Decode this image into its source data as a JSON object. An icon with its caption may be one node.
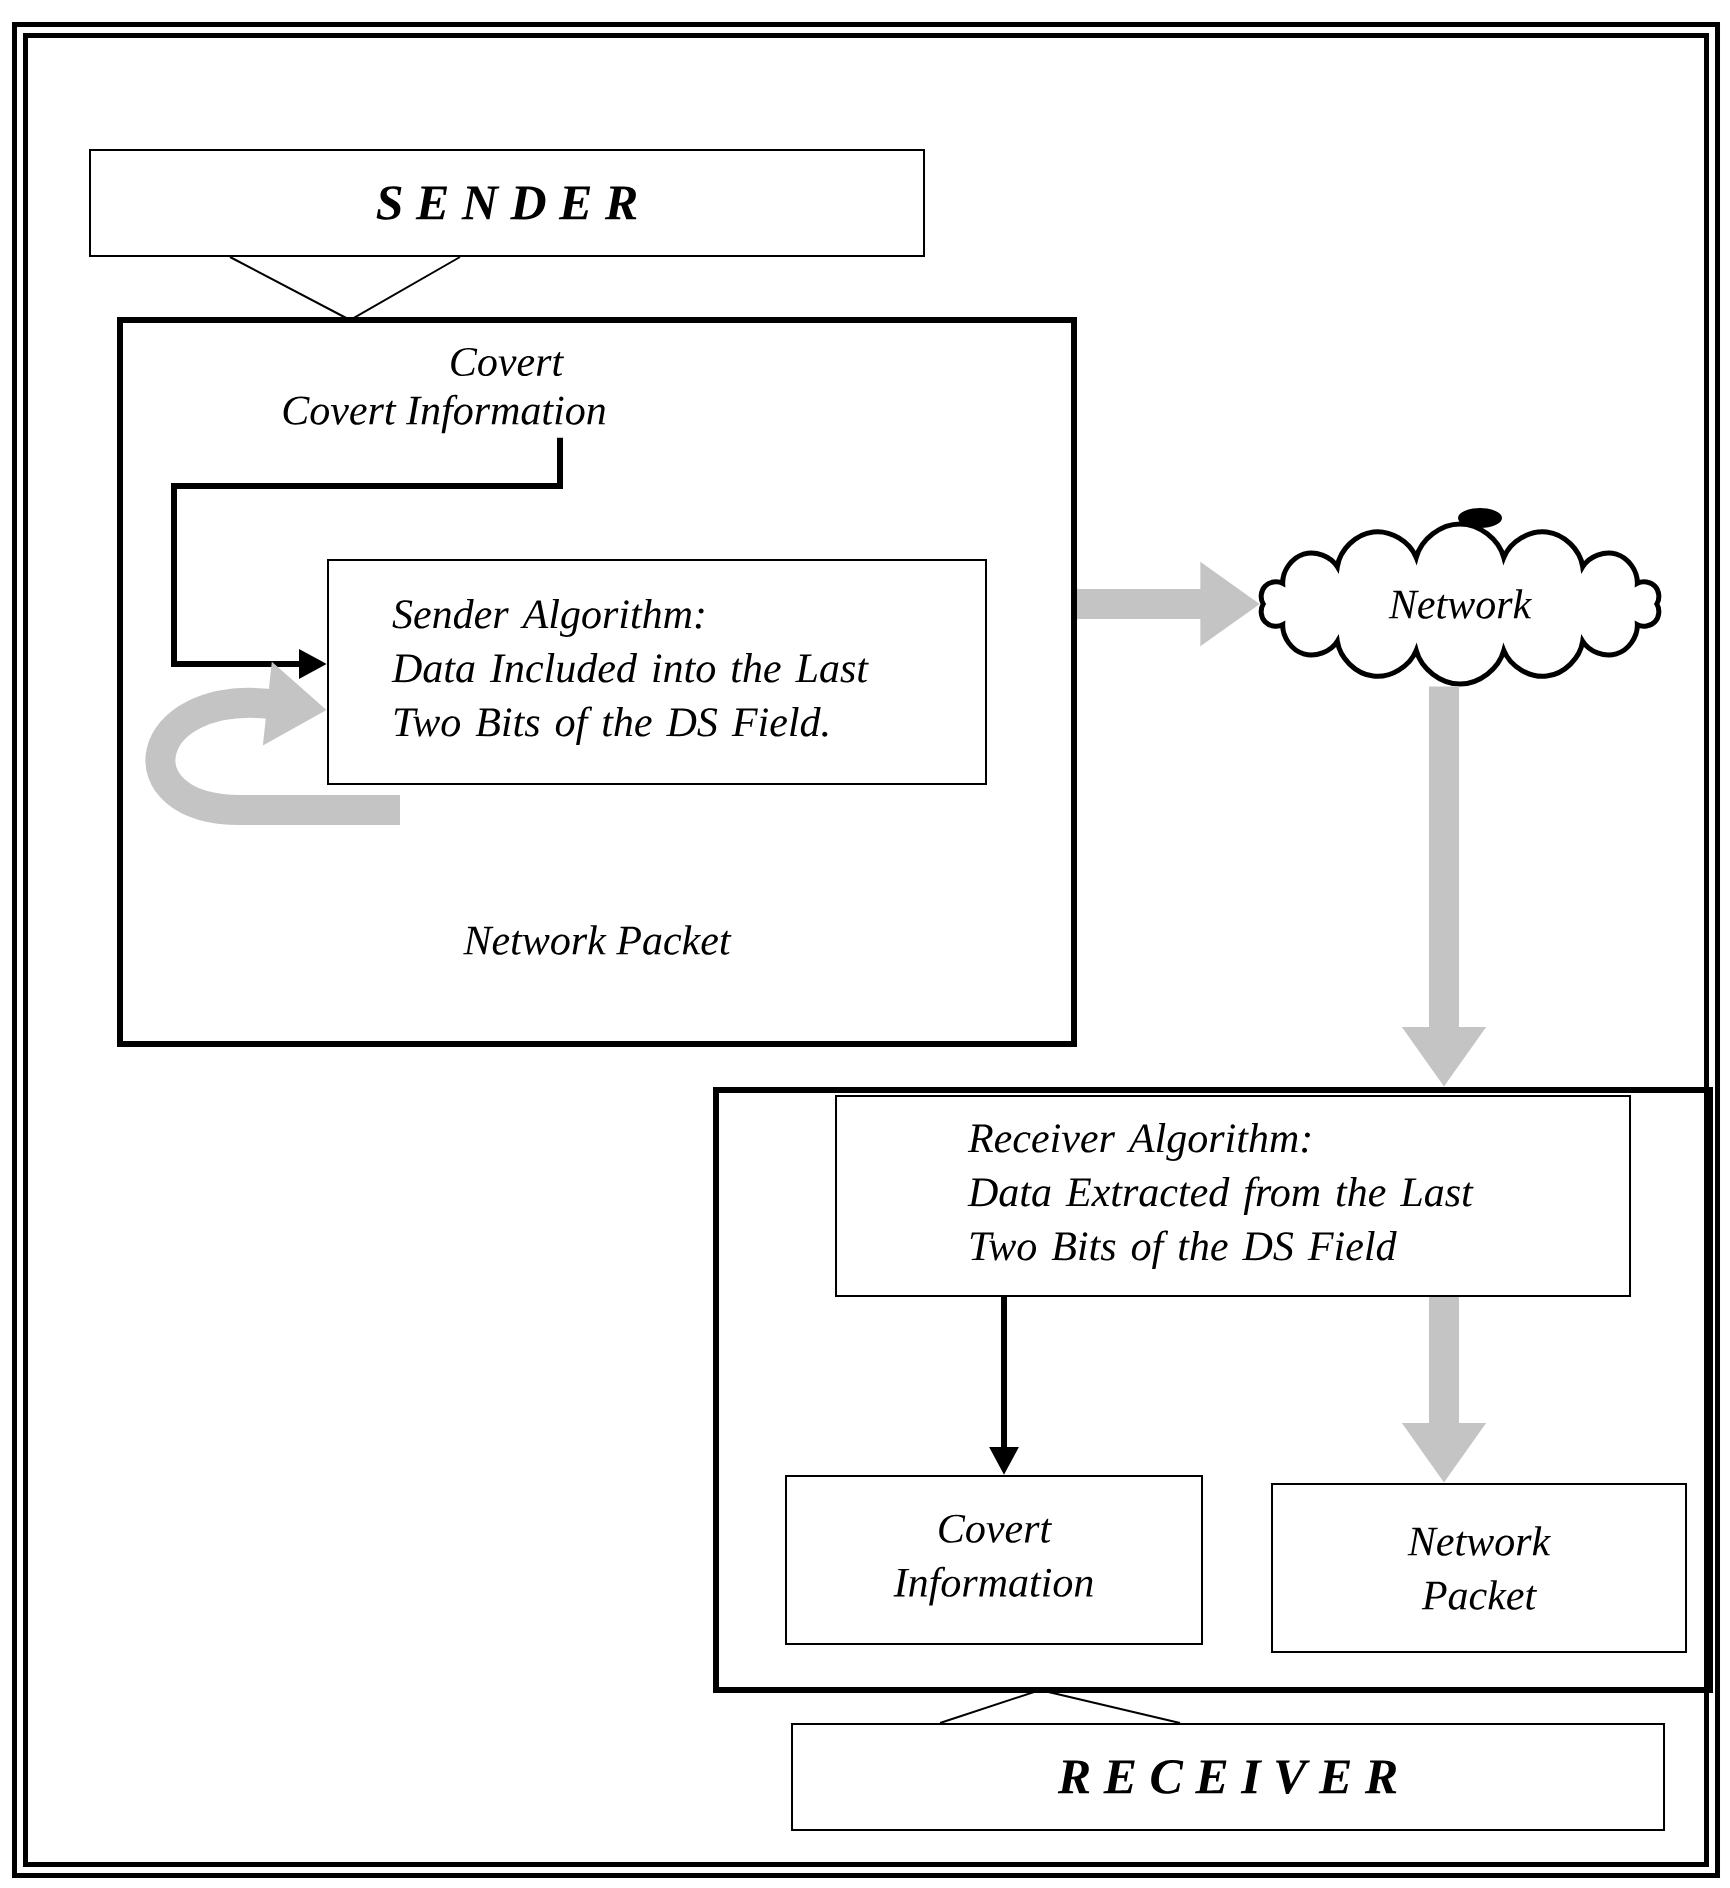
{
  "diagram": {
    "nodes": [
      {
        "text": [
          "S E N D E R"
        ]
      },
      {
        "text": [
          "Network Packet"
        ]
      },
      {
        "text": [
          "Covert Information"
        ],
        "in": 1
      },
      {
        "text": [
          "Sender Algorithm:",
          "Data Included into the Last Two Bits of the DS Field."
        ],
        "in": 1
      },
      {
        "text": [
          "Network"
        ]
      },
      {
        "text": [],
        "shape": "box"
      },
      {
        "text": [
          "Receiver Algorithm:",
          "Data Extracted from the Last Two Bits of the DS Field"
        ],
        "in": 5
      },
      {
        "text": [
          "Covert Information"
        ],
        "in": 5
      },
      {
        "text": [
          "Network Packet"
        ],
        "in": 5
      },
      {
        "text": [
          "R E C E I V E R"
        ]
      }
    ],
    "edges": [
      {
        "from": 0,
        "to": 1,
        "arrow": "none"
      },
      {
        "from": 2,
        "to": 3,
        "arrow": "to"
      },
      {
        "from": null,
        "to": 3,
        "arrow": "to",
        "style": "thick",
        "color": "#c4c4c4"
      },
      {
        "from": 1,
        "to": 4,
        "arrow": "to",
        "style": "thick",
        "color": "#c4c4c4"
      },
      {
        "from": 4,
        "to": 5,
        "arrow": "to",
        "style": "thick",
        "color": "#c4c4c4"
      },
      {
        "from": 6,
        "to": 7,
        "arrow": "to"
      },
      {
        "from": 6,
        "to": 8,
        "arrow": "to",
        "style": "thick",
        "color": "#c4c4c4"
      },
      {
        "from": 9,
        "to": 5,
        "arrow": "none"
      }
    ],
    "labels": [
      "Covert"
    ]
  }
}
